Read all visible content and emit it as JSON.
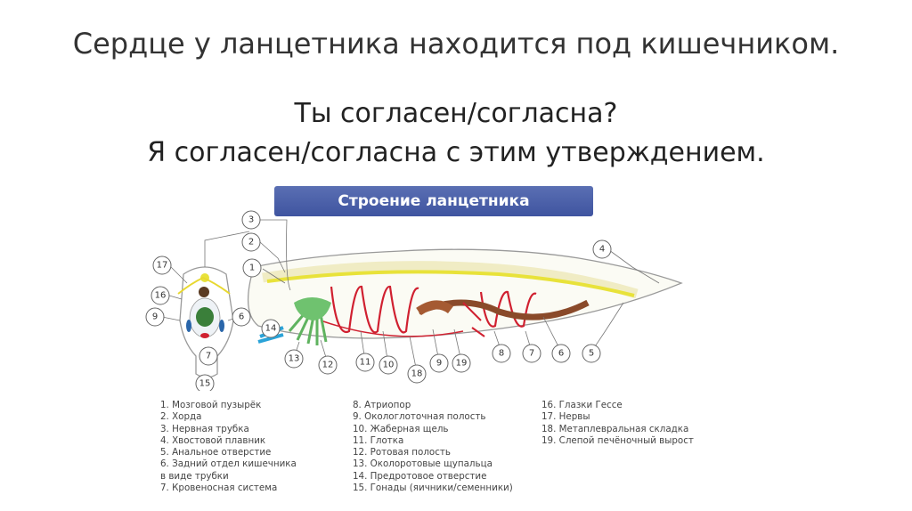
{
  "slide": {
    "title": "Сердце у ланцетника находится под кишечником.",
    "question_line_1": "Ты согласен/согласна?",
    "question_line_2": "Я согласен/согласна с этим утверждением."
  },
  "diagram": {
    "banner_title": "Строение ланцетника",
    "callouts": [
      "1",
      "2",
      "3",
      "4",
      "5",
      "6",
      "7",
      "8",
      "9",
      "10",
      "11",
      "12",
      "13",
      "14",
      "15",
      "16",
      "17",
      "18",
      "19"
    ],
    "colors": {
      "body_outline": "#9a9a9a",
      "nerve_tube": "#e8e23a",
      "chorda": "#f4f0c8",
      "blood_vessels": "#d02030",
      "gut": "#8a4a2a",
      "tentacles": "#5fb35f",
      "water_flow": "#2aa3d8"
    },
    "legend": [
      [
        "1. Мозговой пузырёк",
        "2. Хорда",
        "3. Нервная трубка",
        "4. Хвостовой плавник",
        "5. Анальное отверстие",
        "6. Задний отдел кишечника",
        "в виде трубки",
        "7. Кровеносная система"
      ],
      [
        "8. Атриопор",
        "9. Окологлоточная полость",
        "10. Жаберная щель",
        "11. Глотка",
        "12. Ротовая полость",
        "13. Околоротовые щупальца",
        "14. Предротовое отверстие",
        "15. Гонады (яичники/семенники)"
      ],
      [
        "16. Глазки Гессе",
        "17. Нервы",
        "18. Метаплевральная складка",
        "19. Слепой печёночный вырост"
      ]
    ]
  }
}
